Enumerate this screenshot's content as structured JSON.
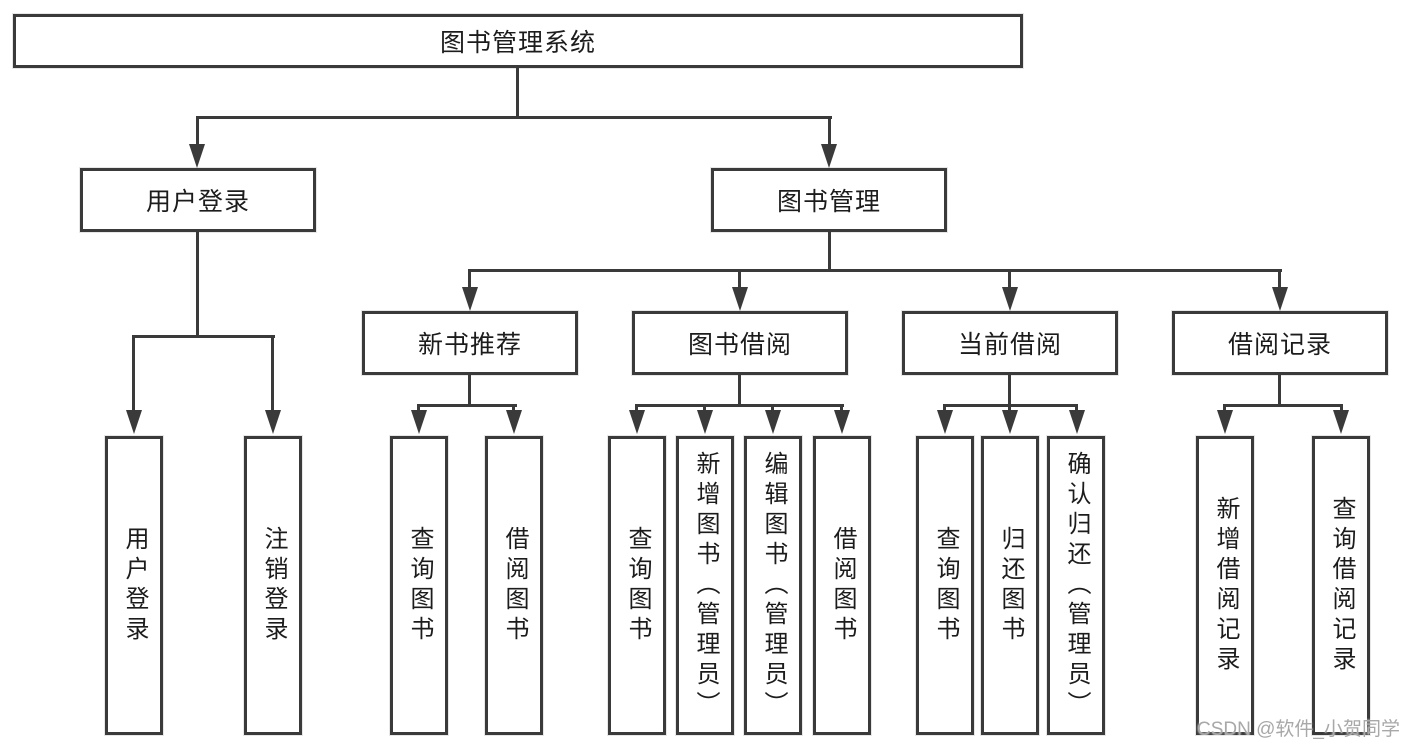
{
  "diagram": {
    "title": "图书管理系统",
    "nodes": {
      "root": "图书管理系统",
      "user_login": "用户登录",
      "book_mgmt": "图书管理",
      "new_book_rec": "新书推荐",
      "book_borrow": "图书借阅",
      "current_borrow": "当前借阅",
      "borrow_record": "借阅记录",
      "leaf_user_login": "用户登录",
      "leaf_logout_login": "注销登录",
      "leaf_newbook_query": "查询图书",
      "leaf_newbook_borrow": "借阅图书",
      "leaf_borrow_query": "查询图书",
      "leaf_borrow_add": "新增图书（管理员）",
      "leaf_borrow_edit": "编辑图书（管理员）",
      "leaf_borrow_lend": "借阅图书",
      "leaf_current_query": "查询图书",
      "leaf_current_return": "归还图书",
      "leaf_current_confirm": "确认归还（管理员）",
      "leaf_record_add": "新增借阅记录",
      "leaf_record_query": "查询借阅记录"
    }
  },
  "watermark": "CSDN @软件_小贺同学",
  "colors": {
    "line": "#3a3a3a",
    "text": "#1c1c1c",
    "background": "#ffffff",
    "watermark": "#a8a8a8"
  }
}
